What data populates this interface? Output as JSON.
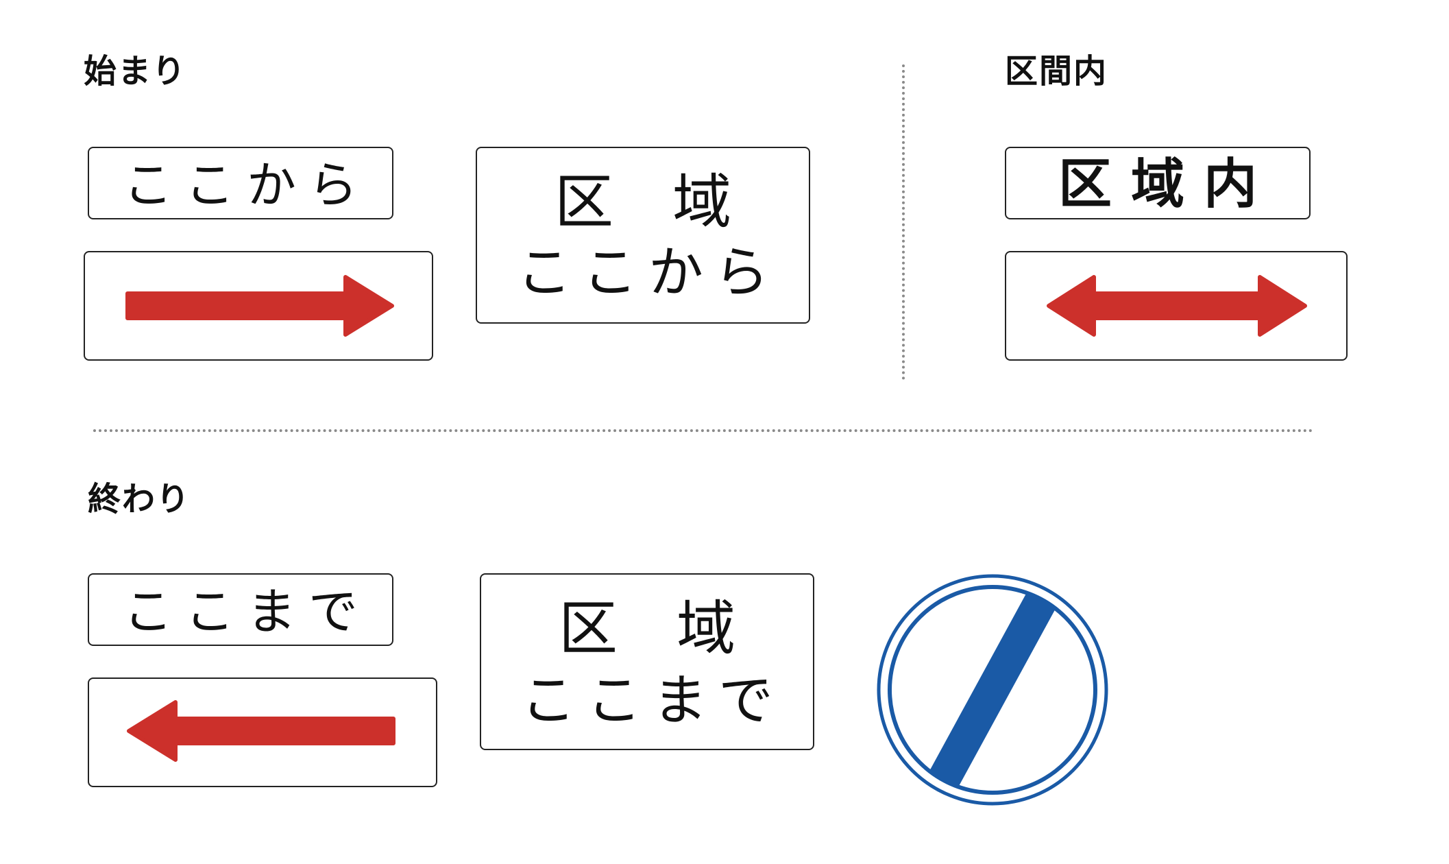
{
  "sections": {
    "start": "始まり",
    "inside": "区間内",
    "end": "終わり"
  },
  "signs": {
    "start_small": "ここから",
    "start_big_line1": "区　域",
    "start_big_line2": "ここから",
    "inside_small": "区域内",
    "end_small": "ここまで",
    "end_big_line1": "区　域",
    "end_big_line2": "ここまで"
  },
  "arrows": {
    "start": "arrow-right",
    "inside": "arrow-double",
    "end": "arrow-left"
  },
  "colors": {
    "arrow_red": "#cc302b",
    "end_sign_blue": "#1a5aa6",
    "border": "#222222",
    "divider": "#8a8a8a"
  }
}
